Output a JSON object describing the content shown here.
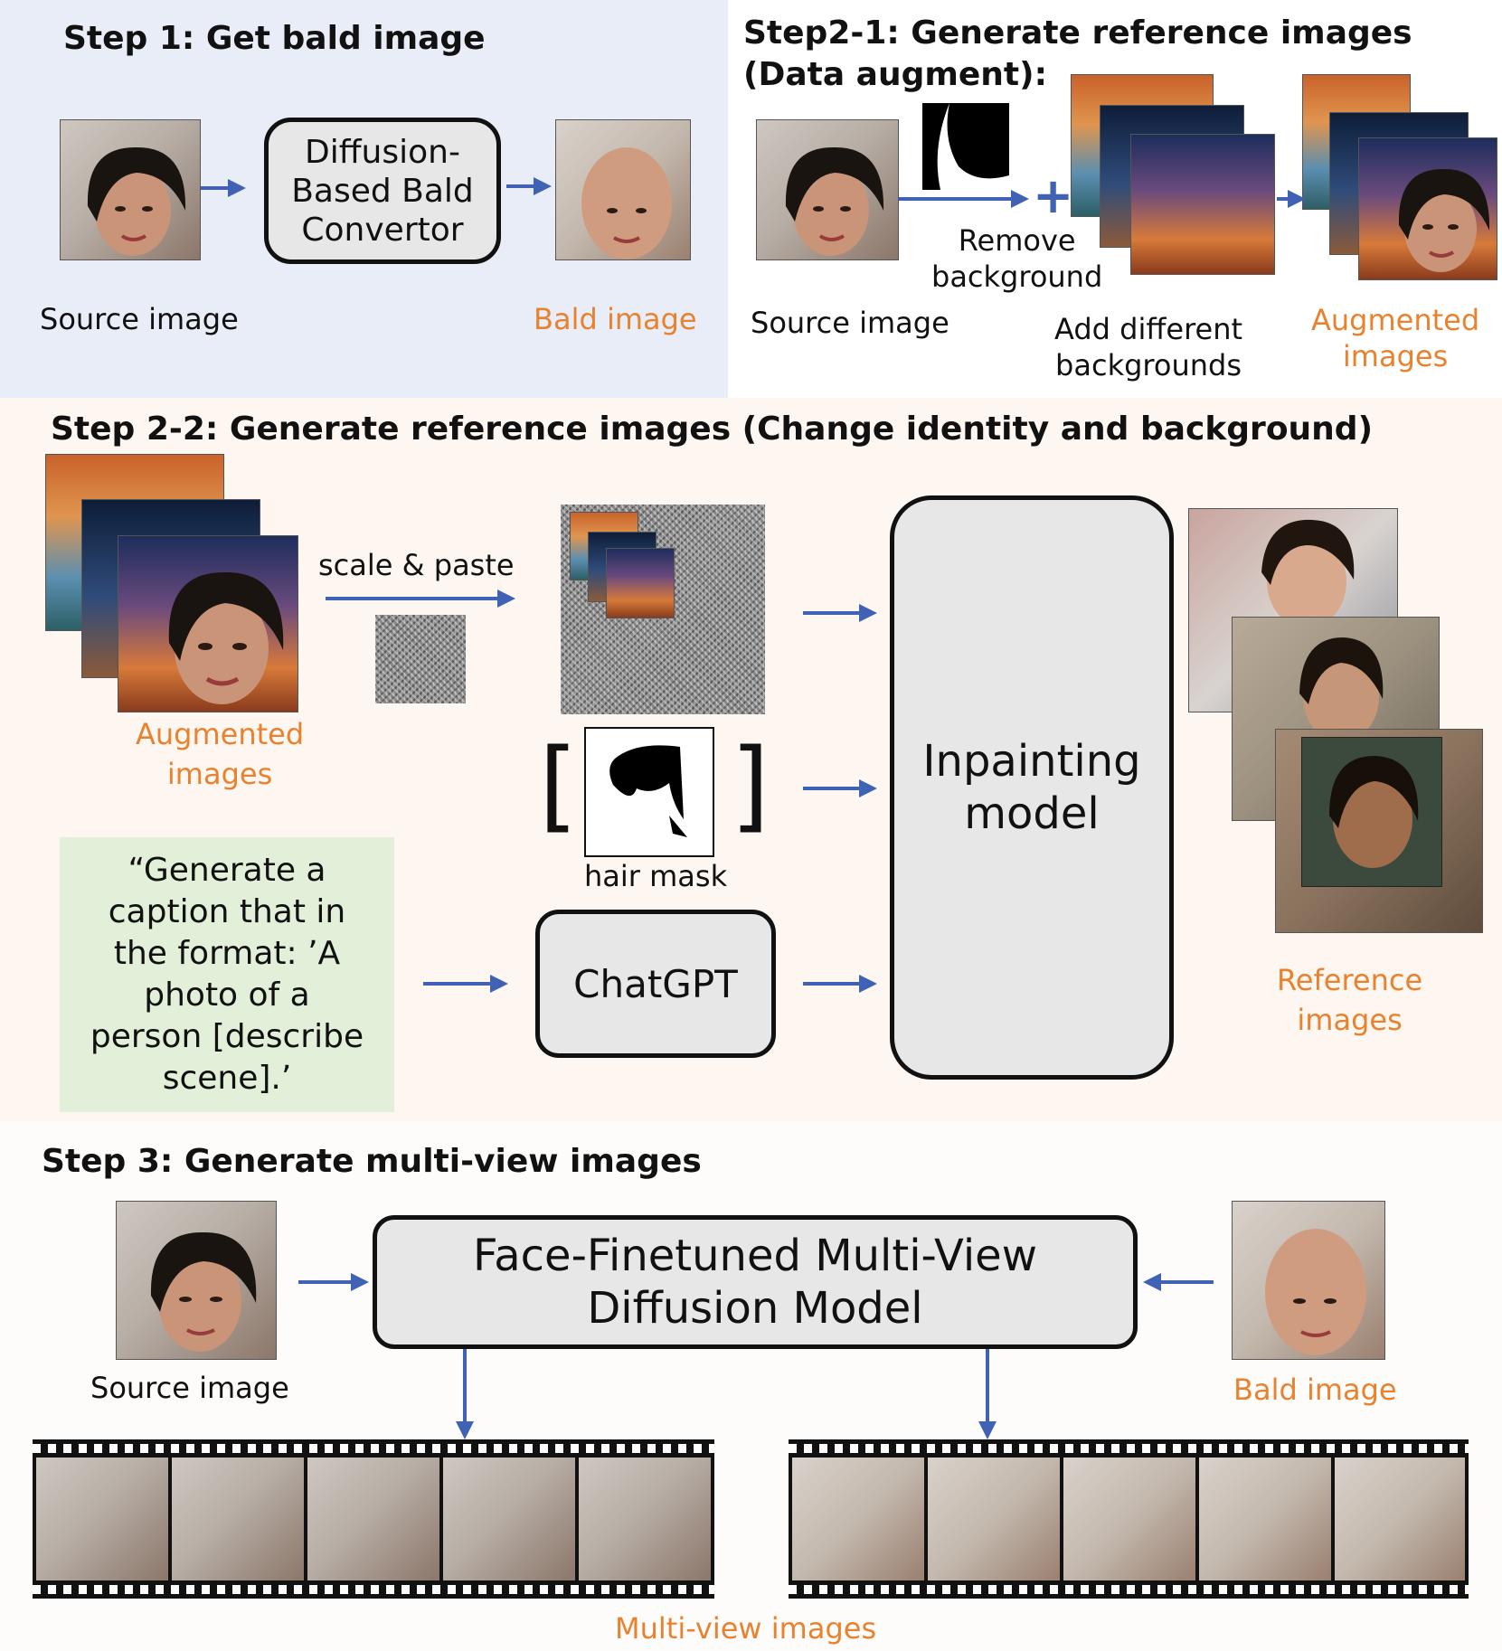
{
  "step1": {
    "title": "Step 1: Get bald image",
    "converter": [
      "Diffusion-",
      "Based Bald",
      "Convertor"
    ],
    "source_label": "Source image",
    "bald_label": "Bald image"
  },
  "step2_1": {
    "title_line1": "Step2-1:  Generate reference images",
    "title_line2": "(Data augment):",
    "remove_bg": [
      "Remove",
      "background"
    ],
    "plus": "+",
    "source_label": "Source image",
    "add_bg": [
      "Add different",
      "backgrounds"
    ],
    "augmented": [
      "Augmented",
      "images"
    ]
  },
  "step2_2": {
    "title": "Step 2-2: Generate reference images (Change identity and background)",
    "scale_paste": "scale & paste",
    "augmented": [
      "Augmented",
      "images"
    ],
    "hair_mask": "hair mask",
    "prompt": [
      "“Generate a",
      "caption that in",
      "the format: ’A",
      "photo of a",
      "person [describe",
      "scene].’"
    ],
    "chatgpt": "ChatGPT",
    "inpainting": [
      "Inpainting",
      "model"
    ],
    "reference": [
      "Reference",
      "images"
    ]
  },
  "step3": {
    "title": "Step 3: Generate multi-view images",
    "model": [
      "Face-Finetuned Multi-View",
      "Diffusion Model"
    ],
    "source_label": "Source image",
    "bald_label": "Bald image",
    "multiview": "Multi-view images"
  },
  "colors": {
    "arrow": "#3f62b5",
    "orange_label": "#e9822f",
    "step1_bg": "#e8edf7",
    "step22_bg": "#fdf6f1",
    "prompt_bg": "#e2efd9"
  }
}
